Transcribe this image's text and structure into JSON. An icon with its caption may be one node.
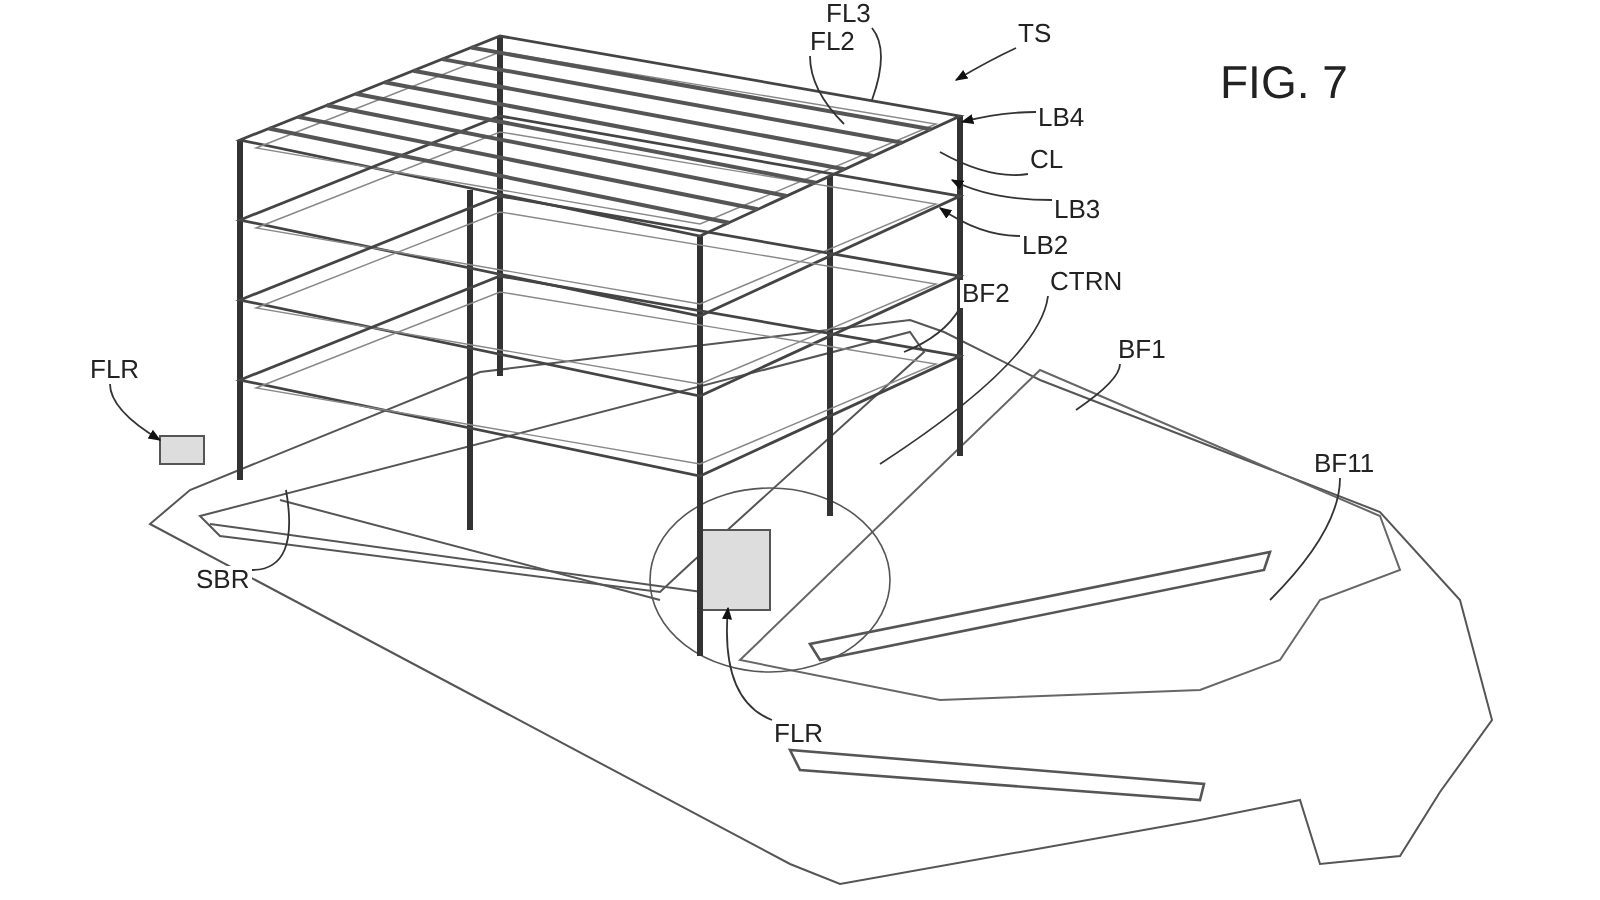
{
  "diagram": {
    "nodes": [
      {
        "text": [
          "FL3"
        ]
      },
      {
        "text": [
          "FL2"
        ]
      },
      {
        "text": [
          "TS"
        ]
      },
      {
        "text": [
          "LB4"
        ]
      },
      {
        "text": [
          "CL"
        ]
      },
      {
        "text": [
          "LB3"
        ]
      },
      {
        "text": [
          "LB2"
        ]
      },
      {
        "text": [
          "BF2"
        ]
      },
      {
        "text": [
          "CTRN"
        ]
      },
      {
        "text": [
          "BF1"
        ]
      },
      {
        "text": [
          "FLR"
        ]
      },
      {
        "text": [
          "BF11"
        ]
      },
      {
        "text": [
          "SBR"
        ]
      },
      {
        "text": [
          "FLR"
        ]
      }
    ],
    "edges": [
      {
        "from": 0,
        "to": null,
        "arrow": "none"
      },
      {
        "from": 1,
        "to": null,
        "arrow": "none"
      },
      {
        "from": 2,
        "to": null,
        "arrow": "to"
      },
      {
        "from": 3,
        "to": null,
        "arrow": "to"
      },
      {
        "from": 4,
        "to": null,
        "arrow": "none"
      },
      {
        "from": 5,
        "to": null,
        "arrow": "to"
      },
      {
        "from": 6,
        "to": null,
        "arrow": "to"
      },
      {
        "from": 7,
        "to": null,
        "arrow": "none"
      },
      {
        "from": 8,
        "to": null,
        "arrow": "none"
      },
      {
        "from": 9,
        "to": null,
        "arrow": "none"
      },
      {
        "from": 10,
        "to": null,
        "arrow": "to"
      },
      {
        "from": 11,
        "to": null,
        "arrow": "none"
      },
      {
        "from": 12,
        "to": null,
        "arrow": "none"
      },
      {
        "from": 13,
        "to": null,
        "arrow": "to"
      }
    ],
    "labels": [
      "FIG. 7"
    ]
  }
}
